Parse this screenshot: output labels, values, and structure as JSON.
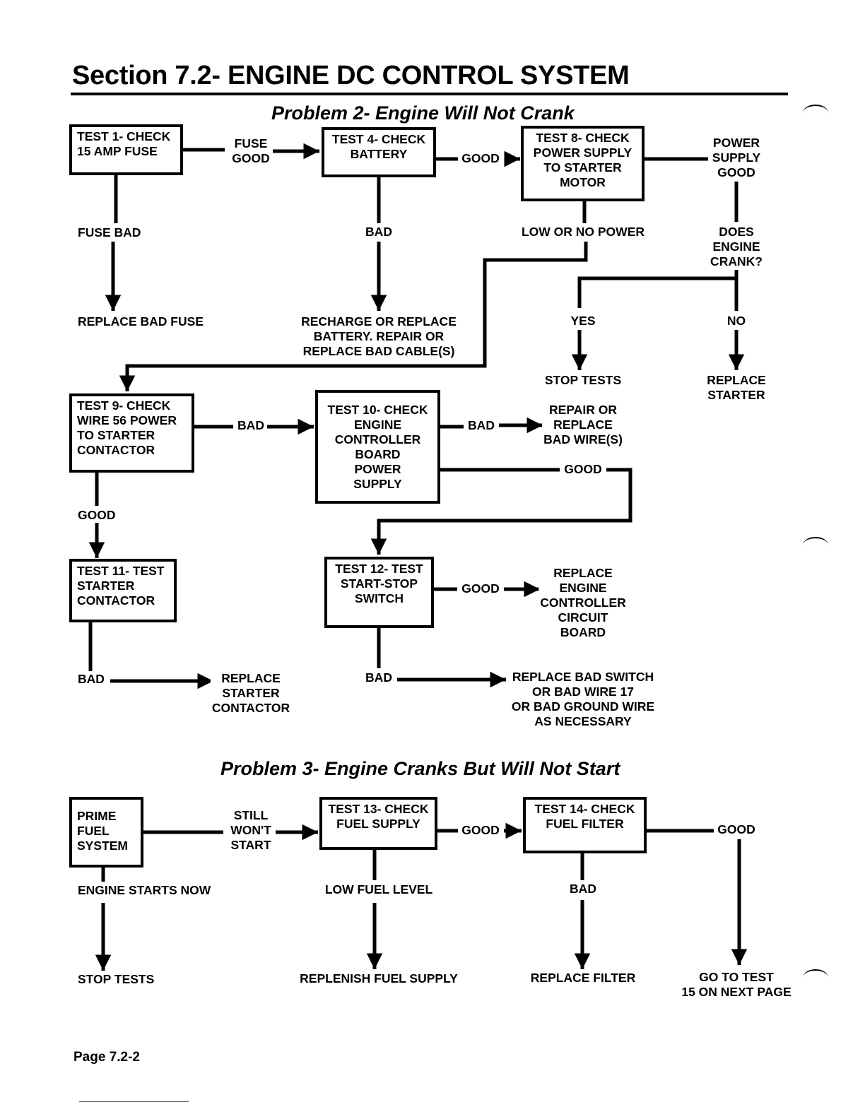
{
  "section_title": "Section 7.2- ENGINE DC CONTROL SYSTEM",
  "problem2": {
    "title": "Problem 2- Engine Will Not Crank",
    "boxes": {
      "test1": "TEST 1- CHECK\n15 AMP FUSE",
      "test4": "TEST 4- CHECK\nBATTERY",
      "test8": "TEST 8- CHECK\nPOWER SUPPLY\nTO STARTER\nMOTOR",
      "test9": "TEST 9- CHECK\nWIRE 56 POWER\nTO STARTER\nCONTACTOR",
      "test10": "TEST 10- CHECK\nENGINE\nCONTROLLER\nBOARD\nPOWER\nSUPPLY",
      "test11": "TEST 11- TEST\nSTARTER\nCONTACTOR",
      "test12": "TEST 12- TEST\nSTART-STOP\nSWITCH"
    },
    "labels": {
      "fuse_good": "FUSE\nGOOD",
      "battery_good": "GOOD",
      "power_supply_good": "POWER\nSUPPLY\nGOOD",
      "fuse_bad": "FUSE BAD",
      "battery_bad": "BAD",
      "low_power": "LOW OR NO POWER",
      "does_engine_crank": "DOES\nENGINE\nCRANK?",
      "replace_bad_fuse": "REPLACE BAD FUSE",
      "recharge_battery": "RECHARGE OR REPLACE\nBATTERY. REPAIR OR\nREPLACE BAD CABLE(S)",
      "yes": "YES",
      "no": "NO",
      "stop_tests": "STOP TESTS",
      "replace_starter": "REPLACE\nSTARTER",
      "wire56_bad": "BAD",
      "board_bad": "BAD",
      "repair_wires": "REPAIR OR\nREPLACE\nBAD WIRE(S)",
      "board_good": "GOOD",
      "wire56_good": "GOOD",
      "switch_good": "GOOD",
      "replace_board": "REPLACE\nENGINE\nCONTROLLER\nCIRCUIT\nBOARD",
      "contactor_bad": "BAD",
      "replace_contactor": "REPLACE\nSTARTER\nCONTACTOR",
      "switch_bad": "BAD",
      "replace_switch": "REPLACE BAD SWITCH\nOR BAD WIRE 17\nOR BAD GROUND WIRE\nAS NECESSARY"
    }
  },
  "problem3": {
    "title": "Problem 3- Engine Cranks But Will Not Start",
    "boxes": {
      "prime": "PRIME\nFUEL\nSYSTEM",
      "test13": "TEST 13- CHECK\nFUEL SUPPLY",
      "test14": "TEST 14- CHECK\nFUEL FILTER"
    },
    "labels": {
      "still_wont_start": "STILL\nWON'T\nSTART",
      "fuel_supply_good": "GOOD",
      "fuel_filter_good": "GOOD",
      "engine_starts_now": "ENGINE STARTS NOW",
      "low_fuel_level": "LOW FUEL LEVEL",
      "filter_bad": "BAD",
      "stop_tests": "STOP TESTS",
      "replenish_fuel": "REPLENISH FUEL SUPPLY",
      "replace_filter": "REPLACE FILTER",
      "go_to_test15": "GO TO TEST\n15 ON NEXT PAGE"
    }
  },
  "page_number": "Page 7.2-2"
}
